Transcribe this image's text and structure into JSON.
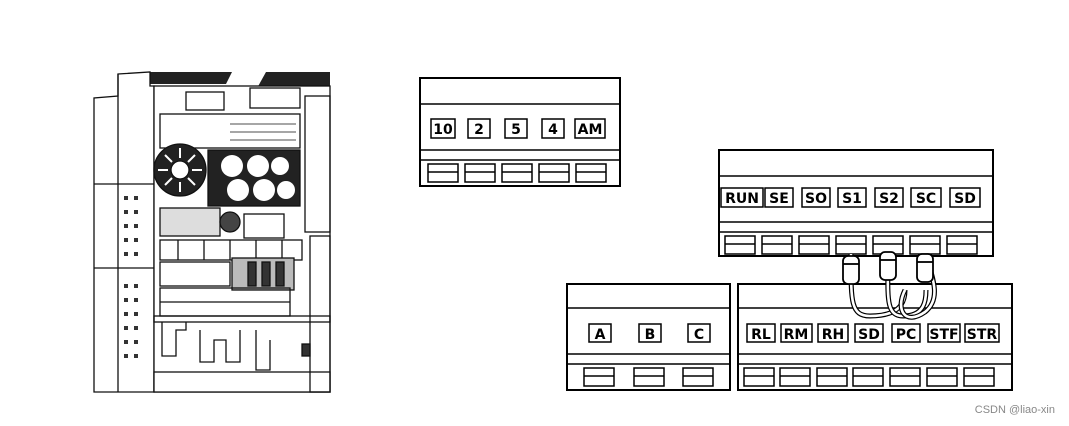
{
  "block_analog": {
    "terminals": [
      "10",
      "2",
      "5",
      "4",
      "AM"
    ]
  },
  "block_upper_right": {
    "terminals": [
      "RUN",
      "SE",
      "SO",
      "S1",
      "S2",
      "SC",
      "SD"
    ]
  },
  "block_relay": {
    "terminals": [
      "A",
      "B",
      "C"
    ]
  },
  "block_input": {
    "terminals": [
      "RL",
      "RM",
      "RH",
      "SD",
      "PC",
      "STF",
      "STR"
    ]
  },
  "watermark": "CSDN @liao-xin",
  "jumper_links": [
    [
      "S1",
      "PC"
    ],
    [
      "S2",
      "PC"
    ],
    [
      "SC",
      "SD"
    ]
  ]
}
